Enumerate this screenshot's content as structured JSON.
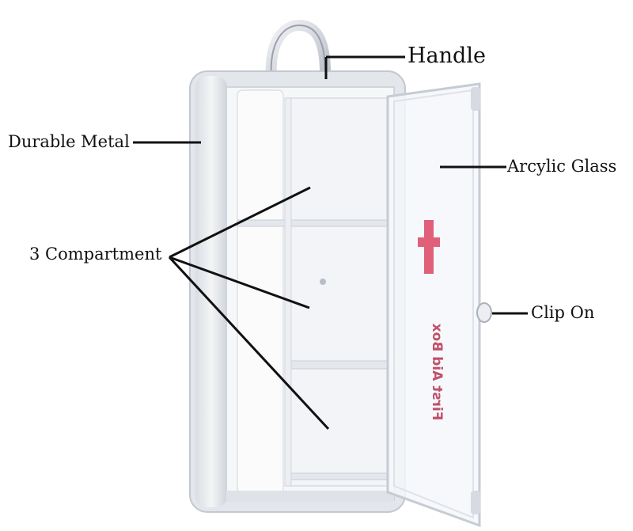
{
  "labels": {
    "handle": "Handle",
    "durable_metal": "Durable Metal",
    "acrylic_glass": "Arcylic Glass",
    "compartment": "3 Compartment",
    "clip_on": "Clip On"
  },
  "door": {
    "text": "First Aid Box",
    "text_color": "#c0506a",
    "cross_color": "#e0607a"
  },
  "colors": {
    "frame": "#e6e9ee",
    "interior": "#f7f8fa",
    "line": "#111111"
  }
}
